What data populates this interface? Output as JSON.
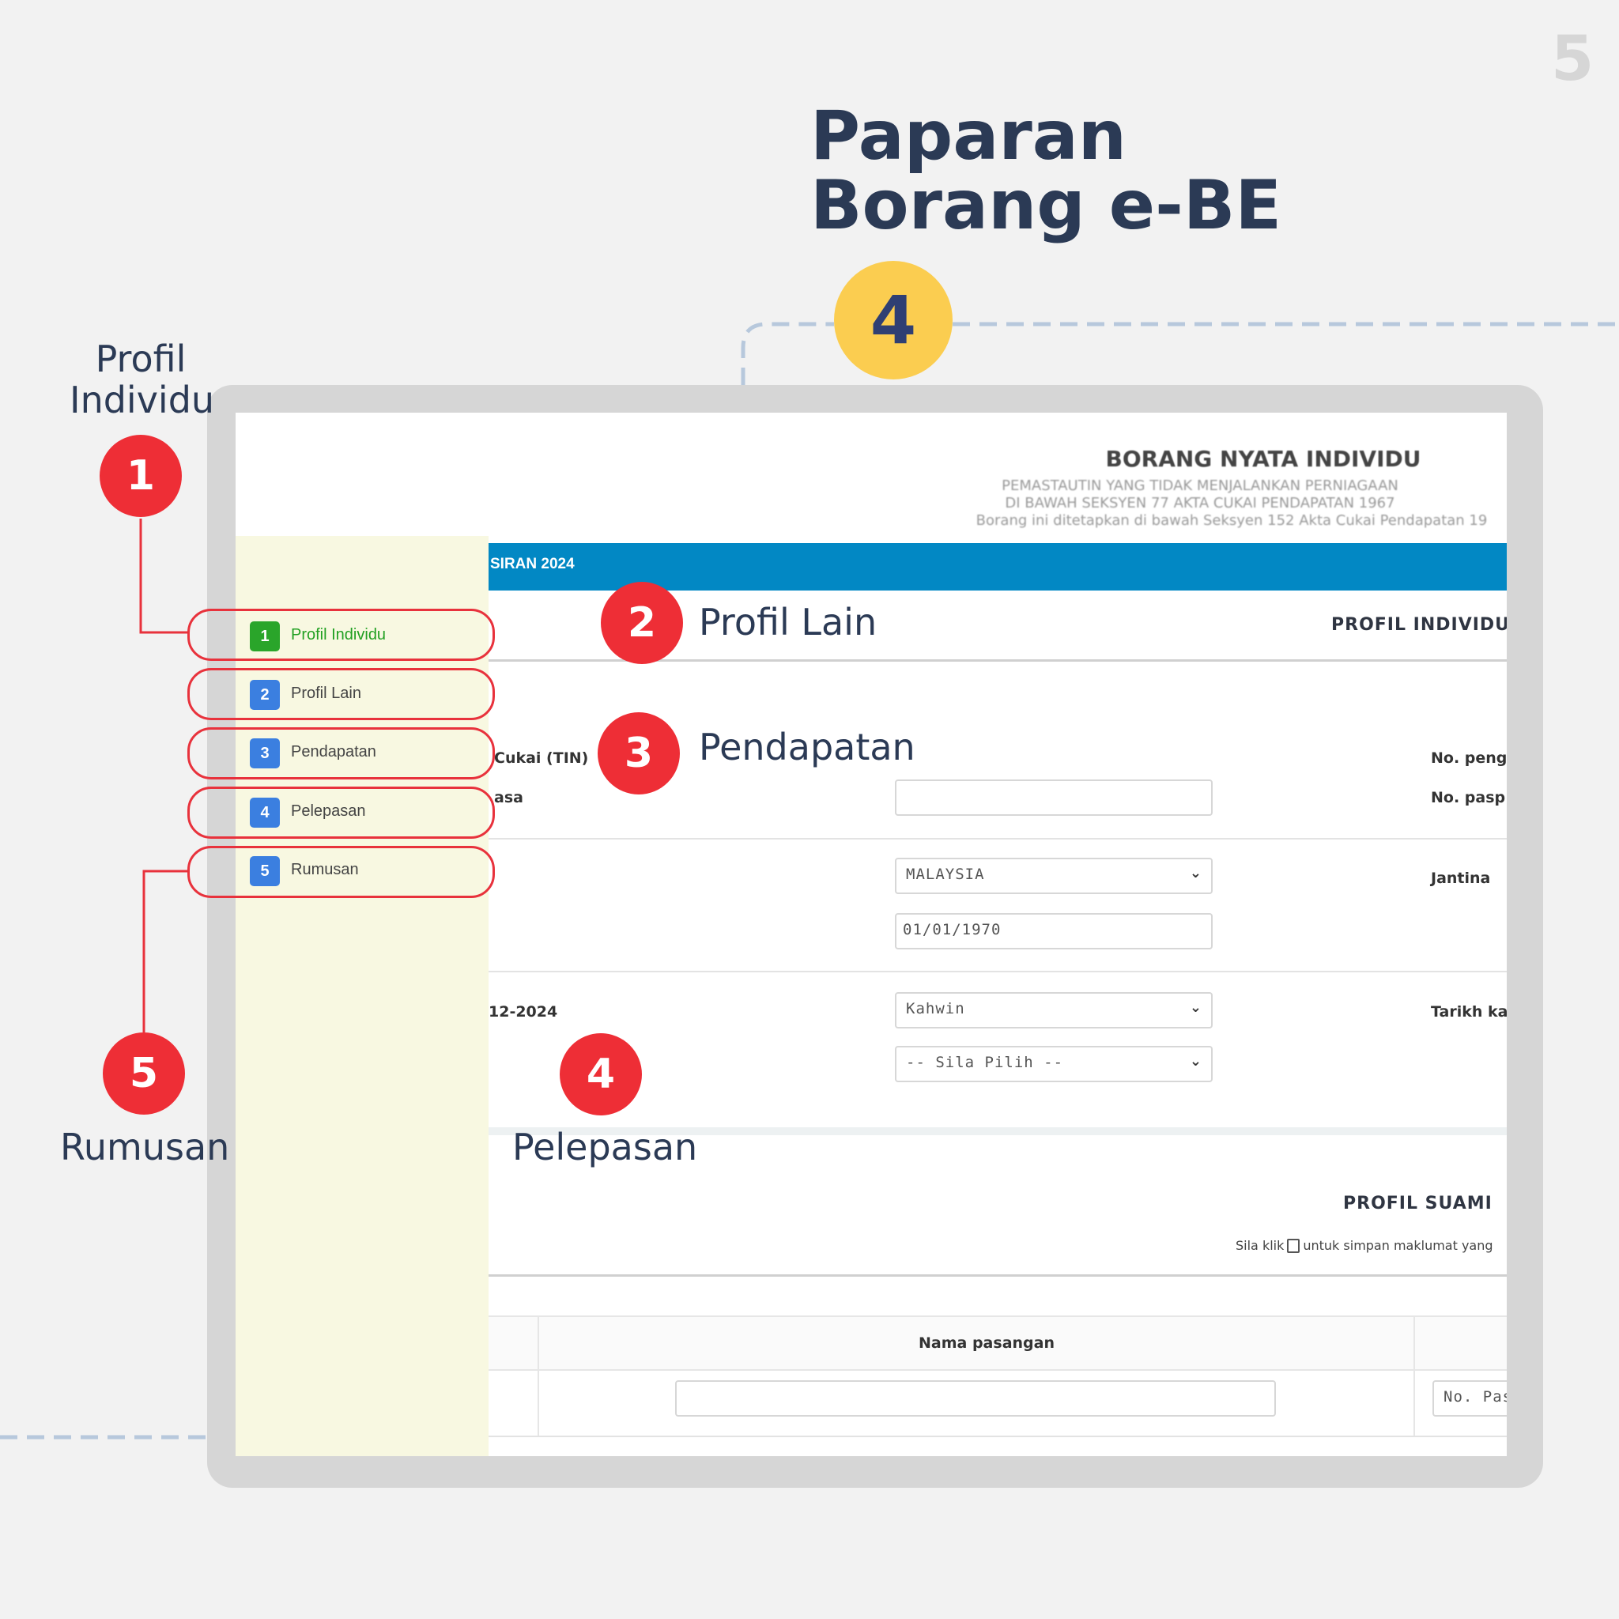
{
  "page_number": "5",
  "heading": {
    "line1": "Paparan",
    "line2": "Borang e-BE"
  },
  "step_badge": "4",
  "form": {
    "title": "BORANG NYATA INDIVIDU",
    "subtitle_lines": [
      "PEMASTAUTIN YANG TIDAK MENJALANKAN PERNIAGAAN",
      "DI BAWAH SEKSYEN 77 AKTA CUKAI PENDAPATAN 1967",
      "Borang ini ditetapkan di bawah Seksyen 152 Akta Cukai Pendapatan 19"
    ],
    "banner": "SIRAN 2024",
    "section_profil_individu": "PROFIL INDIVIDU",
    "section_profil_suami": "PROFIL SUAMI",
    "labels": {
      "tin": "Cukai (TIN)",
      "asa": "asa",
      "tarikh_date": "12-2024",
      "no_pengenalan": "No. peng",
      "no_pasport": "No. pasp",
      "jantina": "Jantina",
      "tarikh_kahwin": "Tarikh kal"
    },
    "fields": {
      "text_input_value": "",
      "country_select": "MALAYSIA",
      "birth_date": "01/01/1970",
      "marital_select": "Kahwin",
      "choose_select": "-- Sila Pilih --"
    },
    "save_hint": {
      "before": "Sila klik",
      "after": "untuk simpan maklumat yang"
    },
    "table": {
      "col_nama": "Nama pasangan",
      "no_pas_placeholder": "No. Pas"
    }
  },
  "sidebar": {
    "items": [
      {
        "num": "1",
        "label": "Profil Individu",
        "color": "#2aa52a",
        "active": true
      },
      {
        "num": "2",
        "label": "Profil Lain",
        "color": "#3b7fe0",
        "active": false
      },
      {
        "num": "3",
        "label": "Pendapatan",
        "color": "#3b7fe0",
        "active": false
      },
      {
        "num": "4",
        "label": "Pelepasan",
        "color": "#3b7fe0",
        "active": false
      },
      {
        "num": "5",
        "label": "Rumusan",
        "color": "#3b7fe0",
        "active": false
      }
    ]
  },
  "callouts": [
    {
      "num": "1",
      "label": "Profil\nIndividu"
    },
    {
      "num": "2",
      "label": "Profil Lain"
    },
    {
      "num": "3",
      "label": "Pendapatan"
    },
    {
      "num": "4",
      "label": "Pelepasan"
    },
    {
      "num": "5",
      "label": "Rumusan"
    }
  ],
  "colors": {
    "callout_red": "#ee2e36",
    "heading_navy": "#2b3a55",
    "badge_yellow": "#fbcd50",
    "banner_blue": "#0288c4",
    "sidebar_bg": "#f8f8e1"
  }
}
